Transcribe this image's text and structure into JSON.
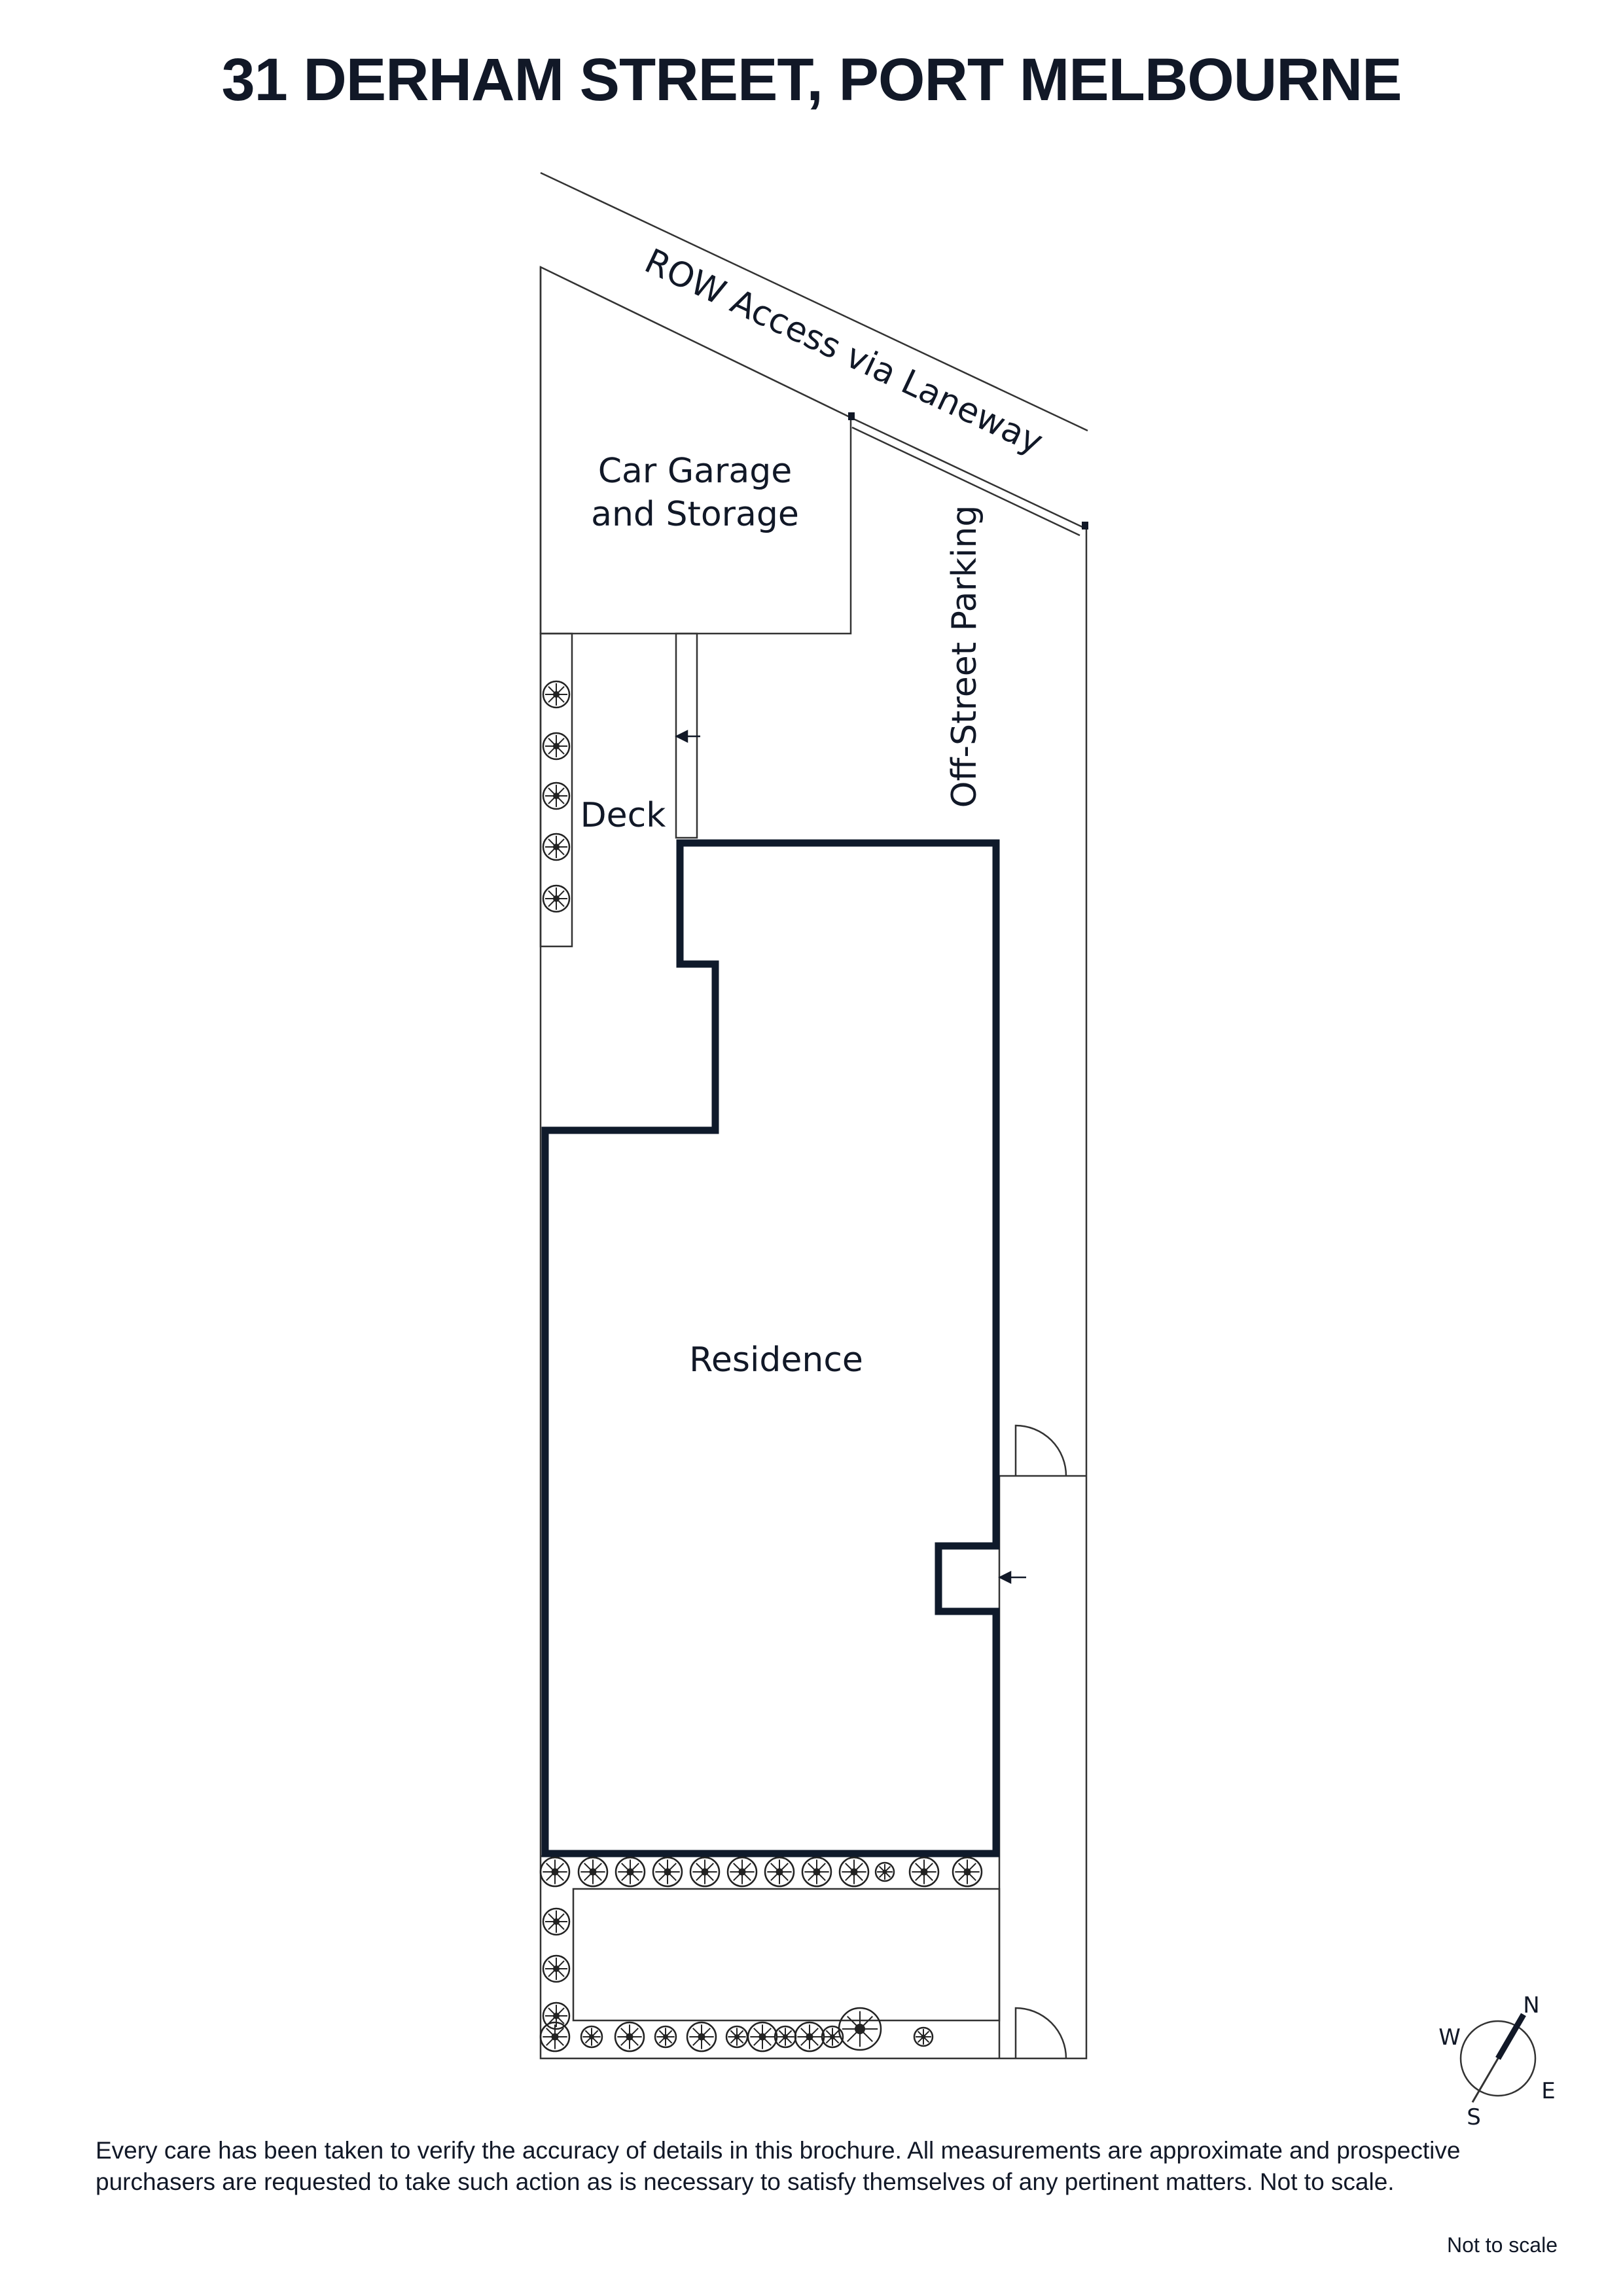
{
  "title": "31 DERHAM STREET, PORT MELBOURNE",
  "rooms": {
    "garage_line1": "Car Garage",
    "garage_line2": "and Storage",
    "row_access": "ROW Access via Laneway",
    "parking": "Off-Street Parking",
    "deck": "Deck",
    "residence": "Residence"
  },
  "compass": {
    "n": "N",
    "s": "S",
    "e": "E",
    "w": "W"
  },
  "disclaimer": "Every care has been taken to verify the accuracy of details in this brochure. All measurements are approximate and prospective purchasers are requested to take such action as is necessary to satisfy themselves of any pertinent matters. Not to scale.",
  "footer_note": "Not to scale",
  "colors": {
    "ink": "#111827",
    "wall": "#0f1a2b",
    "thin_line": "#333333",
    "background": "#ffffff"
  }
}
